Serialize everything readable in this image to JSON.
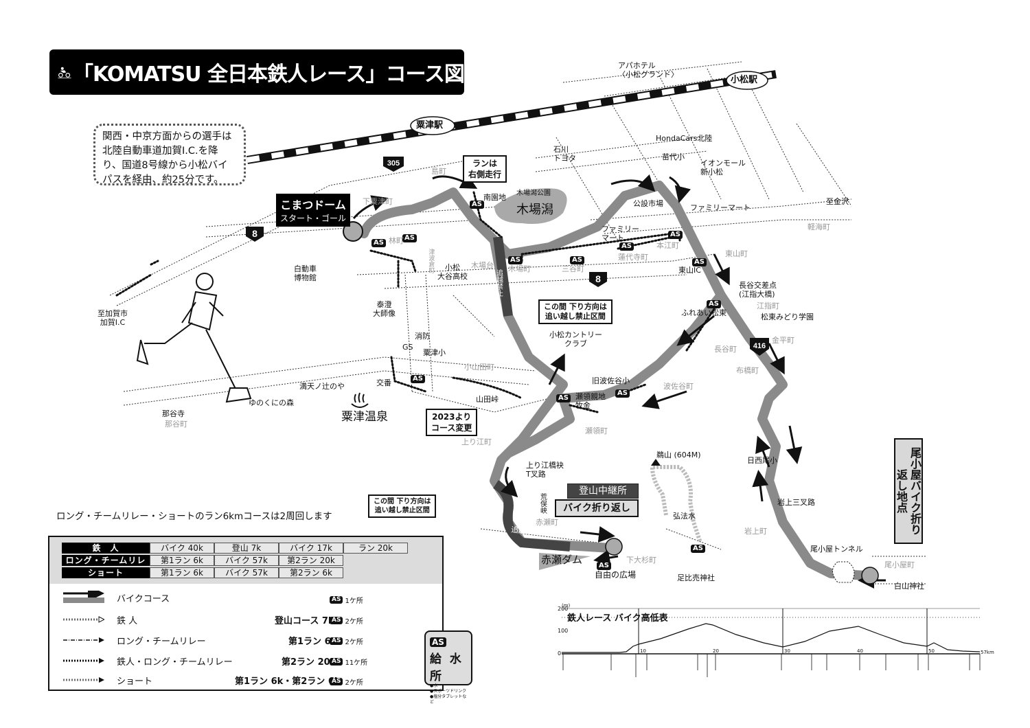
{
  "header": {
    "title": "「KOMATSU 全日本鉄人レース」コース図",
    "logo_icon": "triathlon-logo-icon"
  },
  "access_note": "関西・中京方面からの選手は北陸自動車道加賀I.C.を降り、国道8号線から小松バイパスを経由、約25分です。",
  "map": {
    "stations": [
      {
        "name": "粟津駅"
      },
      {
        "name": "小松駅"
      }
    ],
    "route_shields": [
      "305",
      "8",
      "8",
      "416"
    ],
    "start_goal": {
      "name": "こまつドーム",
      "sub": "スタート・ゴール"
    },
    "callouts": {
      "run_right_side": "ランは\n右側走行",
      "no_pass_1": "この間 下り方向は\n追い越し禁止区間",
      "no_pass_2": "この間 下り方向は\n追い越し禁止区間",
      "course_change": "2023より\nコース変更",
      "relay_station": "登山中継所",
      "bike_turnaround": "バイク折り返し",
      "okoya_turnaround": "尾小屋バイク折り返し地点"
    },
    "road_labels": {
      "no_pass_vertical": "追越禁止",
      "no_pass_curve": "追 越 禁 止",
      "no_pass_straight": "追越禁止"
    },
    "landmarks": [
      {
        "name": "アパホテル\n〈小松グランド〉"
      },
      {
        "name": "HondaCars北陸"
      },
      {
        "name": "石川\nトヨタ"
      },
      {
        "name": "苗代小"
      },
      {
        "name": "イオンモール\n新小松"
      },
      {
        "name": "木場潟公園"
      },
      {
        "name": "木場潟"
      },
      {
        "name": "南園地"
      },
      {
        "name": "公設市場"
      },
      {
        "name": "ファミリーマート"
      },
      {
        "name": "ファミリー\nマート"
      },
      {
        "name": "東山IC"
      },
      {
        "name": "長谷交差点\n(江指大橋)"
      },
      {
        "name": "松東みどり学園"
      },
      {
        "name": "ふれあい松東"
      },
      {
        "name": "至金沢"
      },
      {
        "name": "島町"
      },
      {
        "name": "白動車\n博物館"
      },
      {
        "name": "小松\n大谷高校"
      },
      {
        "name": "泰澄\n大師像"
      },
      {
        "name": "消防"
      },
      {
        "name": "GS"
      },
      {
        "name": "粟津小"
      },
      {
        "name": "交番"
      },
      {
        "name": "満天ノ辻のや"
      },
      {
        "name": "ゆのくにの森"
      },
      {
        "name": "那谷寺"
      },
      {
        "name": "粟津温泉"
      },
      {
        "name": "至加賀市\n加賀I.C"
      },
      {
        "name": "小松カントリー\nクラブ"
      },
      {
        "name": "山田峠"
      },
      {
        "name": "旧波佐谷小"
      },
      {
        "name": "瀬領親地\n牧金"
      },
      {
        "name": "上り江橋袂\nT叉路"
      },
      {
        "name": "荒俣峡"
      },
      {
        "name": "赤瀬ダム"
      },
      {
        "name": "自由の広場"
      },
      {
        "name": "鵜山 (604M)"
      },
      {
        "name": "弘法水"
      },
      {
        "name": "足比売神社"
      },
      {
        "name": "日西尾小"
      },
      {
        "name": "岩上三叉路"
      },
      {
        "name": "尾小屋トンネル"
      },
      {
        "name": "白山神社"
      }
    ],
    "town_labels": [
      "下粟津町",
      "林町",
      "津波倉町",
      "木場町",
      "木場台",
      "三谷町",
      "蓮代寺町",
      "本江町",
      "東山町",
      "軽海町",
      "江指町",
      "長谷町",
      "金平町",
      "布橋町",
      "波佐谷町",
      "瀬領町",
      "小山田町",
      "上り江町",
      "赤瀬町",
      "下大杉町",
      "岩上町",
      "尾小屋町",
      "那谷町"
    ]
  },
  "legend": {
    "run_note": "ロング・チームリレー・ショートのラン6kmコースは2周回します",
    "segments": [
      {
        "category": "鉄　人",
        "parts": [
          "バイク 40k",
          "登山 7k",
          "バイク 17k",
          "ラン 20k"
        ]
      },
      {
        "category": "ロング・チームリレー",
        "parts": [
          "第1ラン 6k",
          "バイク 57k",
          "第2ラン 20k"
        ]
      },
      {
        "category": "ショート",
        "parts": [
          "第1ラン 6k",
          "バイク 57k",
          "第2ラン 6k"
        ]
      }
    ],
    "lines": [
      {
        "name": "バイクコース",
        "dist": "",
        "as_count": "1ケ所",
        "style": "bike"
      },
      {
        "name": "鉄 人",
        "dist": "登山コース 7k",
        "as_count": "2ケ所",
        "style": "hollow-dots"
      },
      {
        "name": "ロング・チームリレー",
        "dist": "第1ラン 6k",
        "as_count": "2ケ所",
        "style": "dash-dot"
      },
      {
        "name": "鉄人・ロング・チームリレー",
        "dist": "第2ラン 20k",
        "as_count": "11ケ所",
        "style": "dots"
      },
      {
        "name": "ショート",
        "dist": "第1ラン 6k・第2ラン 6k",
        "as_count": "2ケ所",
        "style": "hollow-dots-filled-arrow"
      }
    ],
    "as_badge": "AS",
    "aid_station": {
      "title": "給 水 所",
      "items": [
        "●水",
        "●スポーツドリンク",
        "●塩分タブレットなど"
      ]
    }
  },
  "chart_data": {
    "type": "line",
    "title": "鉄人レース バイク高低表",
    "xlabel": "km",
    "ylabel": "(m)",
    "xlim": [
      0,
      57
    ],
    "ylim": [
      0,
      200
    ],
    "x_ticks": [
      "0",
      "10",
      "20",
      "30",
      "40",
      "50",
      "57km"
    ],
    "y_ticks": [
      "0",
      "100",
      "200"
    ],
    "x": [
      0,
      4,
      8,
      9,
      10,
      11,
      12,
      15,
      18,
      20,
      21,
      24,
      28,
      30,
      33,
      36,
      40,
      43,
      46,
      50,
      51,
      52,
      53,
      55,
      57
    ],
    "values": [
      5,
      6,
      6,
      8,
      25,
      30,
      28,
      55,
      100,
      120,
      118,
      90,
      60,
      45,
      65,
      95,
      115,
      95,
      65,
      45,
      55,
      45,
      30,
      25,
      20
    ],
    "reference_lines": [
      {
        "y": 200,
        "style": "solid"
      },
      {
        "y": 160,
        "style": "dotted"
      }
    ],
    "vertical_markers_km": [
      10,
      30,
      50
    ]
  }
}
